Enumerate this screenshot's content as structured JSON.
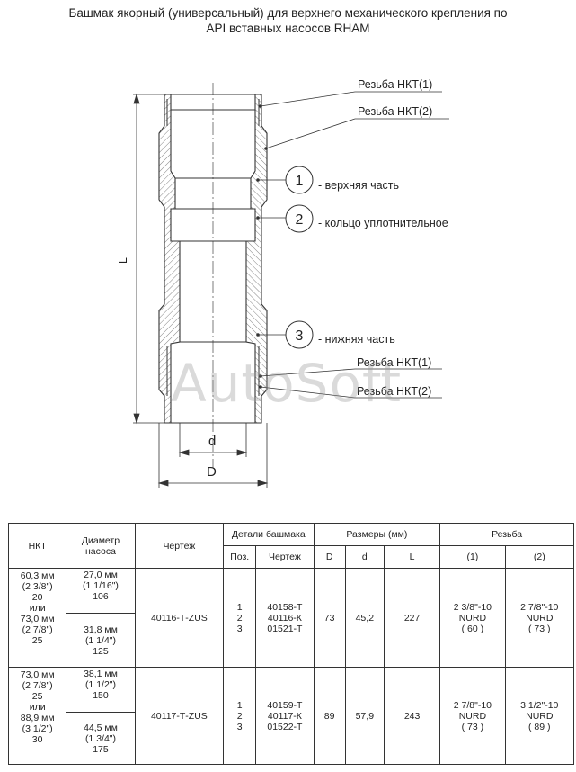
{
  "title": {
    "line1": "Башмак якорный (универсальный) для верхнего механического крепления по",
    "line2": "API вставных насосов RHAM"
  },
  "drawing": {
    "callouts": [
      {
        "label": "Резьба НКТ(1)"
      },
      {
        "label": "Резьба НКТ(2)"
      },
      {
        "number": "1",
        "label": "- верхняя часть"
      },
      {
        "number": "2",
        "label": "- кольцо уплотнительное"
      },
      {
        "number": "3",
        "label": "- нижняя часть"
      },
      {
        "label": "Резьба НКТ(1)"
      },
      {
        "label": "Резьба НКТ(2)"
      }
    ],
    "dim_L": "L",
    "dim_d": "d",
    "dim_D": "D",
    "watermark": "AutoSoft"
  },
  "table": {
    "headers": {
      "nkt": "НКТ",
      "diameter": [
        "Диаметр",
        "насоса"
      ],
      "drawing": "Чертеж",
      "parts": "Детали башмака",
      "parts_pos": "Поз.",
      "parts_drawing": "Чертеж",
      "sizes": "Размеры (мм)",
      "size_D": "D",
      "size_d": "d",
      "size_L": "L",
      "thread": "Резьба",
      "thread_1": "(1)",
      "thread_2": "(2)"
    },
    "rows": [
      {
        "nkt": [
          "60,3 мм",
          "(2 3/8\")",
          "20",
          "или",
          "73,0 мм",
          "(2 7/8\")",
          "25"
        ],
        "diameters": [
          [
            "27,0 мм",
            "(1 1/16\")",
            "106"
          ],
          [
            "31,8 мм",
            "(1 1/4\")",
            "125"
          ]
        ],
        "drawing": "40116-Т-ZUS",
        "positions": [
          "1",
          "2",
          "3"
        ],
        "part_drawings": [
          "40158-Т",
          "40116-К",
          "01521-Т"
        ],
        "D": "73",
        "d": "45,2",
        "L": "227",
        "thread_1": [
          "2 3/8\"-10",
          "NURD",
          "( 60 )"
        ],
        "thread_2": [
          "2 7/8\"-10",
          "NURD",
          "( 73 )"
        ]
      },
      {
        "nkt": [
          "73,0 мм",
          "(2 7/8\")",
          "25",
          "или",
          "88,9 мм",
          "(3 1/2\")",
          "30"
        ],
        "diameters": [
          [
            "38,1 мм",
            "(1 1/2\")",
            "150"
          ],
          [
            "44,5 мм",
            "(1 3/4\")",
            "175"
          ]
        ],
        "drawing": "40117-Т-ZUS",
        "positions": [
          "1",
          "2",
          "3"
        ],
        "part_drawings": [
          "40159-Т",
          "40117-К",
          "01522-Т"
        ],
        "D": "89",
        "d": "57,9",
        "L": "243",
        "thread_1": [
          "2 7/8\"-10",
          "NURD",
          "( 73 )"
        ],
        "thread_2": [
          "3 1/2\"-10",
          "NURD",
          "( 89 )"
        ]
      }
    ]
  }
}
